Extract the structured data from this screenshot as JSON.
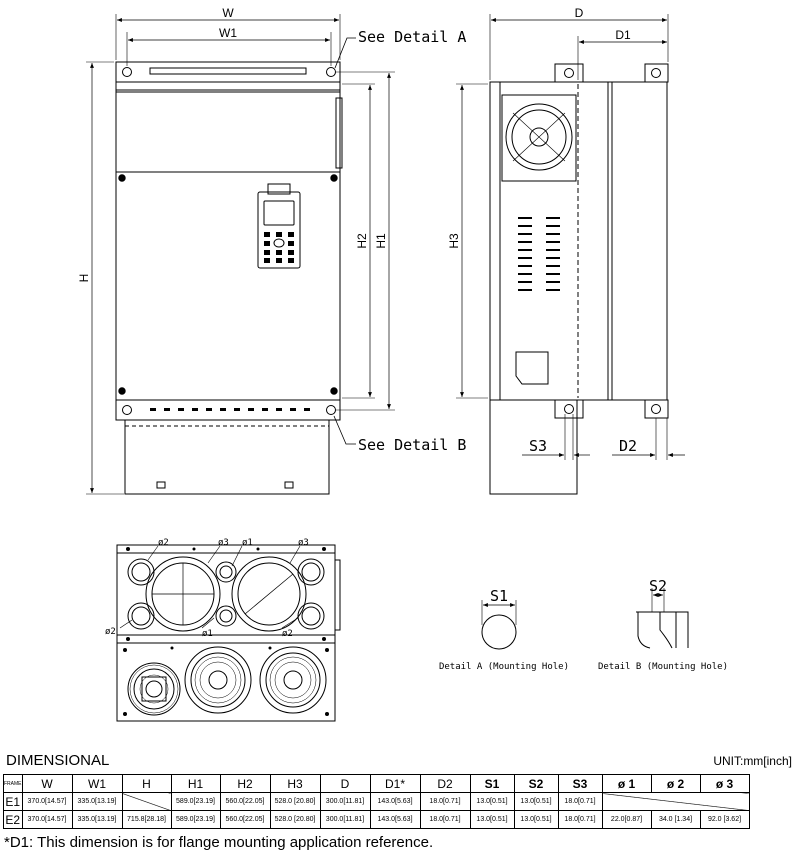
{
  "labels": {
    "W": "W",
    "W1": "W1",
    "H": "H",
    "H1": "H1",
    "H2": "H2",
    "H3": "H3",
    "D": "D",
    "D1": "D1",
    "D2": "D2",
    "S1": "S1",
    "S2": "S2",
    "S3": "S3",
    "see_a": "See Detail A",
    "see_b": "See Detail B",
    "detail_a": "Detail A (Mounting Hole)",
    "detail_b": "Detail B (Mounting Hole)",
    "phi1": "ø1",
    "phi2": "ø2",
    "phi3": "ø3"
  },
  "table": {
    "title": "DIMENSIONAL",
    "unit": "UNIT:mm[inch]",
    "headers": [
      "FRAME",
      "W",
      "W1",
      "H",
      "H1",
      "H2",
      "H3",
      "D",
      "D1*",
      "D2",
      "S1",
      "S2",
      "S3",
      "ø 1",
      "ø 2",
      "ø 3"
    ],
    "rows": [
      [
        "E1",
        "370.0[14.57]",
        "335.0[13.19]",
        "",
        "589.0[23.19]",
        "560.0[22.05]",
        "528.0 [20.80]",
        "300.0[11.81]",
        "143.0[5.63]",
        "18.0[0.71]",
        "13.0[0.51]",
        "13.0[0.51]",
        "18.0[0.71]",
        "",
        "",
        ""
      ],
      [
        "E2",
        "370.0[14.57]",
        "335.0[13.19]",
        "715.8[28.18]",
        "589.0[23.19]",
        "560.0[22.05]",
        "528.0 [20.80]",
        "300.0[11.81]",
        "143.0[5.63]",
        "18.0[0.71]",
        "13.0[0.51]",
        "13.0[0.51]",
        "18.0[0.71]",
        "22.0[0.87]",
        "34.0 [1.34]",
        "92.0 [3.62]"
      ]
    ]
  },
  "footnote": "*D1: This dimension is for flange mounting application reference."
}
